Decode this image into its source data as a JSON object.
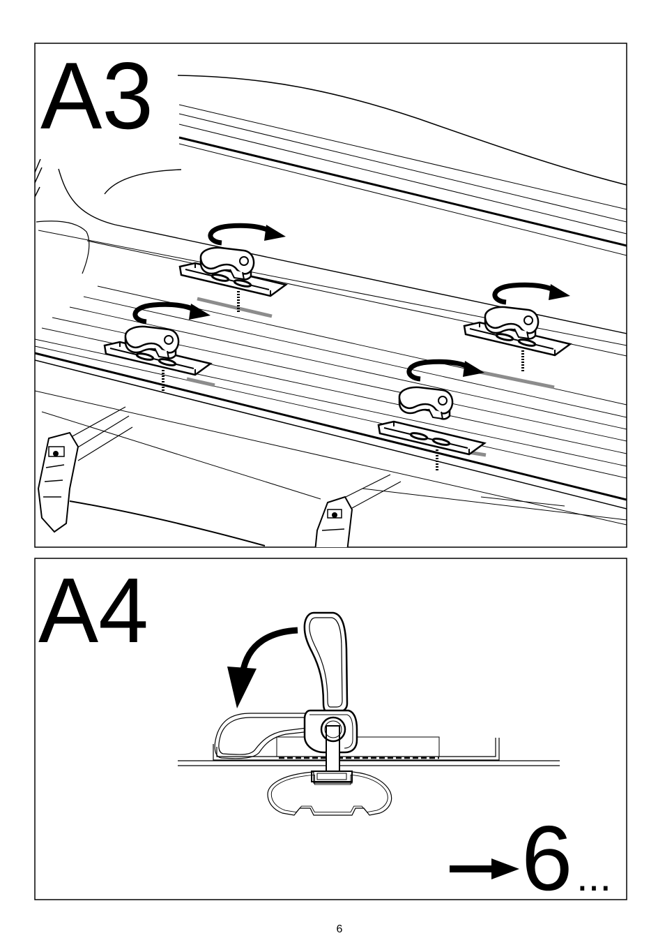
{
  "page": {
    "number": "6"
  },
  "steps": {
    "a3": {
      "label": "A3"
    },
    "a4": {
      "label": "A4"
    }
  },
  "next_step": {
    "icon": "right-arrow-icon",
    "target": "6",
    "ellipsis": "..."
  },
  "icons": [
    "curved-arrow-icon",
    "right-arrow-icon"
  ],
  "colors": {
    "ink": "#000000",
    "background": "#ffffff",
    "slot": "#8c8c8c"
  }
}
